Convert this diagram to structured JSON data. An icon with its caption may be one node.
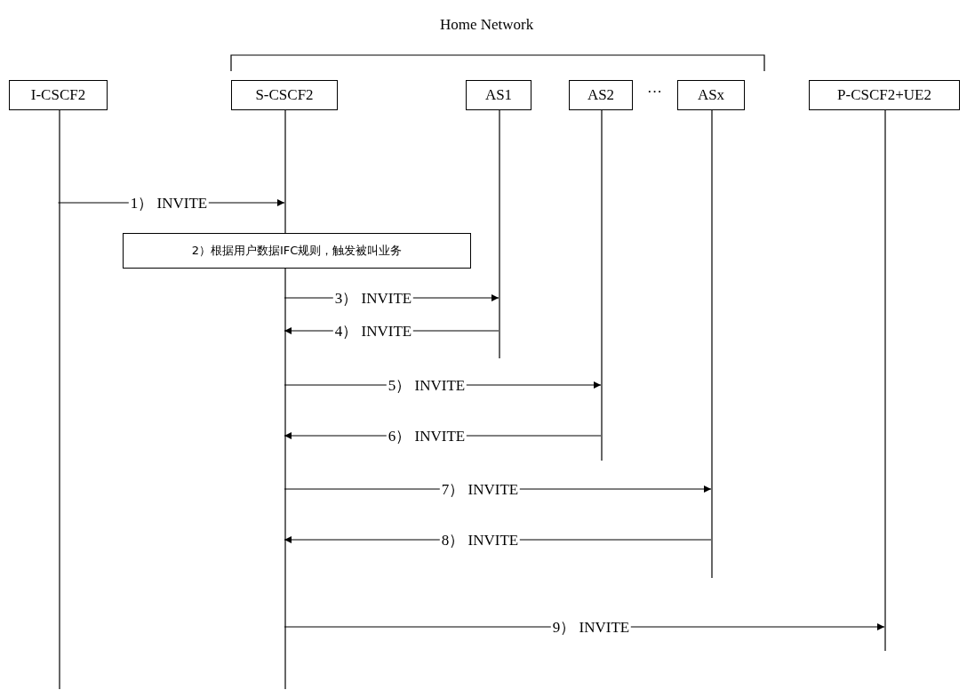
{
  "diagram": {
    "nodes": [
      {
        "text": [
          "I-CSCF2"
        ]
      },
      {
        "text": [
          "S-CSCF2"
        ]
      },
      {
        "text": [
          "AS1"
        ]
      },
      {
        "text": [
          "AS2"
        ]
      },
      {
        "text": [
          "ASx"
        ]
      },
      {
        "text": [
          "P-CSCF2+UE2"
        ]
      },
      {
        "text": [
          "2）根据用户数据IFC规则，触发被叫业务"
        ]
      }
    ],
    "edges": [
      {
        "from": 0,
        "to": 1,
        "arrow": "to",
        "label": "1） INVITE"
      },
      {
        "from": 1,
        "to": 2,
        "arrow": "to",
        "label": "3） INVITE"
      },
      {
        "from": 2,
        "to": 1,
        "arrow": "to",
        "label": "4） INVITE"
      },
      {
        "from": 1,
        "to": 3,
        "arrow": "to",
        "label": "5） INVITE"
      },
      {
        "from": 3,
        "to": 1,
        "arrow": "to",
        "label": "6） INVITE"
      },
      {
        "from": 1,
        "to": 4,
        "arrow": "to",
        "label": "7） INVITE"
      },
      {
        "from": 4,
        "to": 1,
        "arrow": "to",
        "label": "8） INVITE"
      },
      {
        "from": 1,
        "to": 5,
        "arrow": "to",
        "label": "9） INVITE"
      }
    ],
    "labels": [
      "Home Network",
      "···"
    ]
  }
}
